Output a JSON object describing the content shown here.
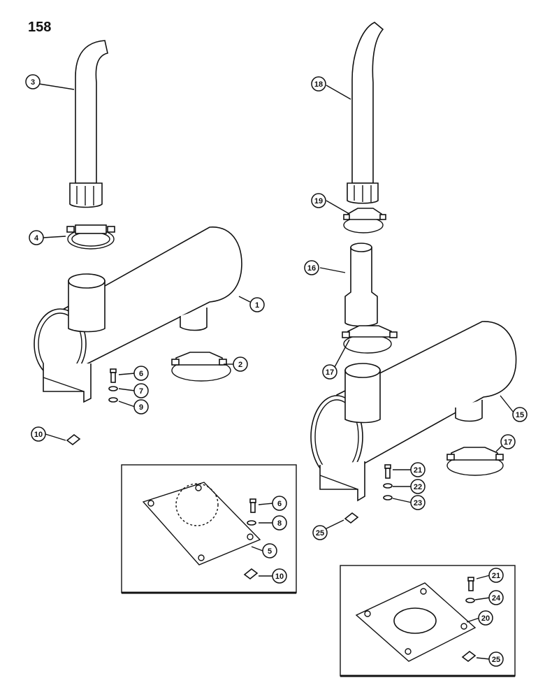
{
  "page_number": "158",
  "callouts": {
    "c1": "1",
    "c2": "2",
    "c3": "3",
    "c4": "4",
    "c5": "5",
    "c6": "6",
    "c6b": "6",
    "c7": "7",
    "c8": "8",
    "c9": "9",
    "c10": "10",
    "c10b": "10",
    "c15": "15",
    "c16": "16",
    "c17": "17",
    "c17b": "17",
    "c18": "18",
    "c19": "19",
    "c20": "20",
    "c21": "21",
    "c21b": "21",
    "c22": "22",
    "c23": "23",
    "c24": "24",
    "c25": "25",
    "c25b": "25"
  }
}
